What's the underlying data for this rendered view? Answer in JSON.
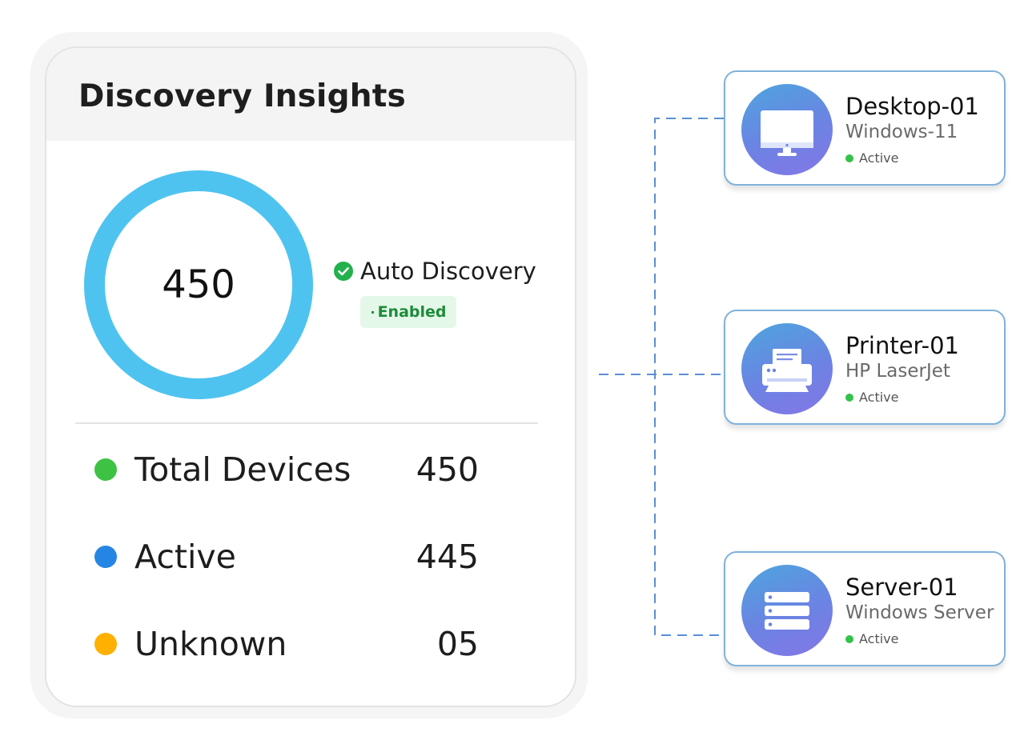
{
  "insights": {
    "title": "Discovery Insights",
    "donut_value": "450",
    "donut_color": "#4fc3f0",
    "auto_discovery": {
      "label": "Auto Discovery",
      "status": "Enabled",
      "icon": "check-circle-icon",
      "color": "#22b14c"
    }
  },
  "stats": [
    {
      "label": "Total Devices",
      "value": "450",
      "color": "#3dc243"
    },
    {
      "label": "Active",
      "value": "445",
      "color": "#2585e4"
    },
    {
      "label": "Unknown",
      "value": "05",
      "color": "#ffb000"
    }
  ],
  "devices": [
    {
      "name": "Desktop-01",
      "os": "Windows-11",
      "status": "Active",
      "icon": "desktop-icon"
    },
    {
      "name": "Printer-01",
      "os": "HP LaserJet",
      "status": "Active",
      "icon": "printer-icon"
    },
    {
      "name": "Server-01",
      "os": "Windows Server",
      "status": "Active",
      "icon": "server-icon"
    }
  ],
  "colors": {
    "card_border": "#7fb2dc",
    "connector": "#5b8fd6",
    "status_active": "#33c24a"
  }
}
